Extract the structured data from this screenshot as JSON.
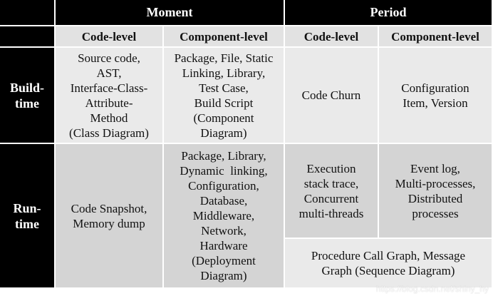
{
  "header": {
    "moment": "Moment",
    "period": "Period"
  },
  "subheader": {
    "moment_code": "Code-level",
    "moment_component": "Component-level",
    "period_code": "Code-level",
    "period_component": "Component-level"
  },
  "rows": {
    "build_time": {
      "label_line1": "Build-",
      "label_line2": "time",
      "moment_code": [
        "Source code,",
        "AST,",
        "Interface-Class-",
        "Attribute-",
        "Method",
        "(Class Diagram)"
      ],
      "moment_component": [
        "Package, File, Static",
        "Linking, Library,",
        "Test Case,",
        "Build Script",
        "(Component",
        "Diagram)"
      ],
      "period_code": [
        "Code Churn"
      ],
      "period_component": [
        "Configuration",
        "Item, Version"
      ]
    },
    "run_time": {
      "label_line1": "Run-",
      "label_line2": "time",
      "moment_code": [
        "Code Snapshot,",
        "Memory dump"
      ],
      "moment_component": [
        "Package, Library,",
        "Dynamic  linking,",
        "Configuration,",
        "Database,",
        "Middleware,",
        "Network,",
        "Hardware",
        "(Deployment",
        "Diagram)"
      ],
      "period_code": [
        "Execution",
        "stack trace,",
        "Concurrent",
        "multi-threads"
      ],
      "period_component": [
        "Event log,",
        "Multi-processes,",
        "Distributed",
        "processes"
      ],
      "period_merged": [
        "Procedure Call Graph, Message",
        "Graph (Sequence Diagram)"
      ]
    }
  },
  "watermark": "https://blog.csdn.net/shiny_hy",
  "colors": {
    "header_bg": "#000000",
    "subheader_bg": "#e2e2e2",
    "light_bg": "#eaeaea",
    "mid_bg": "#d4d4d4"
  }
}
